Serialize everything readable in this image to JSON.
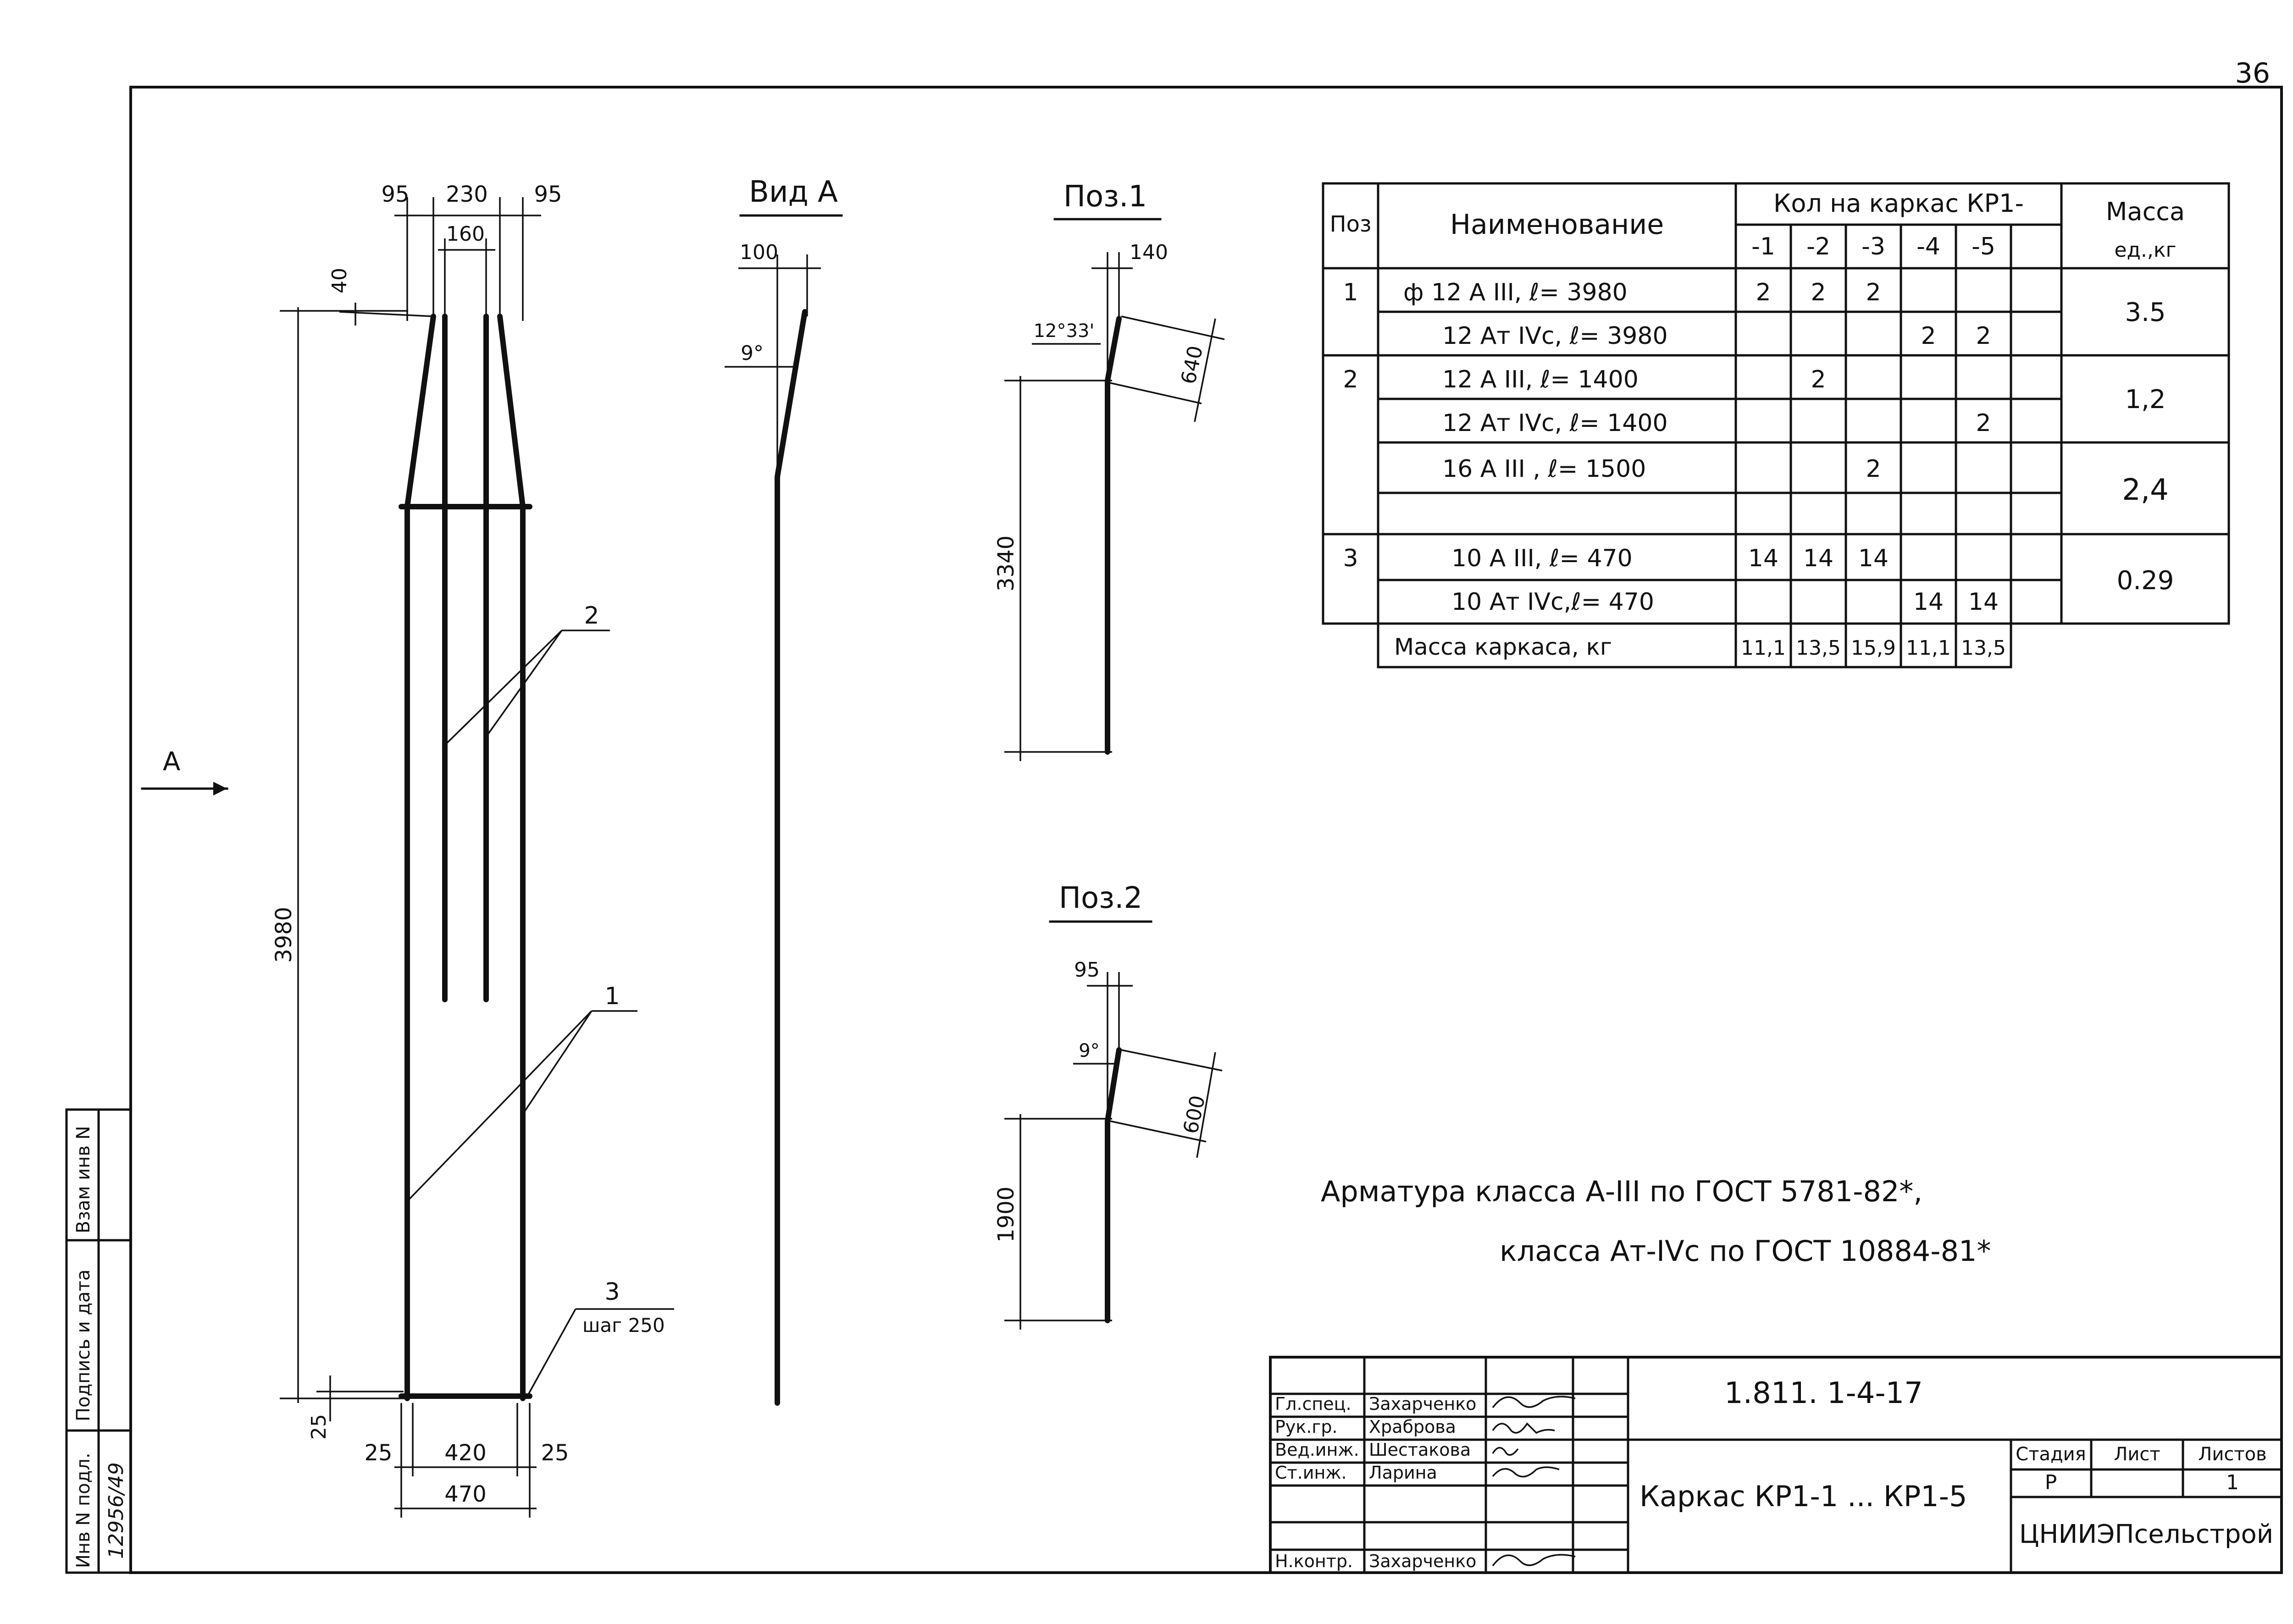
{
  "sheet": {
    "page_number": "36"
  },
  "drawing": {
    "dims_top": [
      "95",
      "230",
      "95"
    ],
    "dim_inner": "160",
    "dim_40": "40",
    "dim_height": "3980",
    "dim_bottom_25": "25",
    "dims_bottom": [
      "25",
      "420",
      "25"
    ],
    "dim_width": "470",
    "arrow_label": "A",
    "callouts": {
      "pos1": "1",
      "pos2": "2",
      "pos3": "3",
      "step": "шаг 250"
    }
  },
  "view_a": {
    "title": "Вид А",
    "dim_100": "100",
    "angle": "9°"
  },
  "pos1": {
    "title": "Поз.1",
    "dim_140": "140",
    "angle": "12°33'",
    "dim_640": "640",
    "dim_3340": "3340"
  },
  "pos2": {
    "title": "Поз.2",
    "dim_95": "95",
    "angle": "9°",
    "dim_600": "600",
    "dim_1900": "1900"
  },
  "spec_table": {
    "header_pos": "Поз",
    "header_name": "Наименование",
    "header_qty": "Кол на каркас КР1-",
    "header_mass": "Масса",
    "header_mass_unit": "ед.,кг",
    "sub_cols": [
      "-1",
      "-2",
      "-3",
      "-4",
      "-5"
    ],
    "rows": [
      {
        "pos": "1",
        "name": "ф 12 А III,  ℓ= 3980",
        "q": [
          "2",
          "2",
          "2",
          "",
          ""
        ]
      },
      {
        "pos": "",
        "name": "12 Ат IVс, ℓ= 3980",
        "q": [
          "",
          "",
          "",
          "2",
          "2"
        ]
      },
      {
        "pos": "2",
        "name": "12 А III,  ℓ= 1400",
        "q": [
          "",
          "2",
          "",
          "",
          ""
        ]
      },
      {
        "pos": "",
        "name": "12 Ат IVс, ℓ= 1400",
        "q": [
          "",
          "",
          "",
          "",
          "2"
        ]
      },
      {
        "pos": "",
        "name": "16 А III ,  ℓ= 1500",
        "q": [
          "",
          "",
          "2",
          "",
          ""
        ]
      },
      {
        "pos": "",
        "name": "",
        "q": [
          "",
          "",
          "",
          "",
          ""
        ]
      },
      {
        "pos": "3",
        "name": "10 А III,  ℓ= 470",
        "q": [
          "14",
          "14",
          "14",
          "",
          ""
        ]
      },
      {
        "pos": "",
        "name": "10 Ат IVс,ℓ= 470",
        "q": [
          "",
          "",
          "",
          "14",
          "14"
        ]
      }
    ],
    "masses": [
      "3.5",
      "1,2",
      "2,4",
      "0.29"
    ],
    "total_label": "Масса каркаса, кг",
    "totals": [
      "11,1",
      "13,5",
      "15,9",
      "11,1",
      "13,5"
    ]
  },
  "notes": {
    "line1": "Арматура класса А-III по ГОСТ 5781-82*,",
    "line2": "класса Ат-IVс по ГОСТ 10884-81*"
  },
  "title_block": {
    "designation": "1.811. 1-4-17",
    "name": "Каркас КР1-1 ... КР1-5",
    "org": "ЦНИИЭПсельстрой",
    "stage_label": "Стадия",
    "sheet_label": "Лист",
    "sheets_label": "Листов",
    "stage": "Р",
    "sheets": "1",
    "roles": [
      {
        "role": "Гл.спец.",
        "name": "Захарченко"
      },
      {
        "role": "Рук.гр.",
        "name": "Храброва"
      },
      {
        "role": "Вед.инж.",
        "name": "Шестакова"
      },
      {
        "role": "Ст.инж.",
        "name": "Ларина"
      },
      {
        "role": "",
        "name": ""
      },
      {
        "role": "Н.контр.",
        "name": "Захарченко"
      }
    ]
  },
  "side_stamp": {
    "inv_orig": "Инв N подл.",
    "sign_date": "Подпись и дата",
    "inv_repl": "Взам инв N",
    "inv_value": "12956/49"
  }
}
